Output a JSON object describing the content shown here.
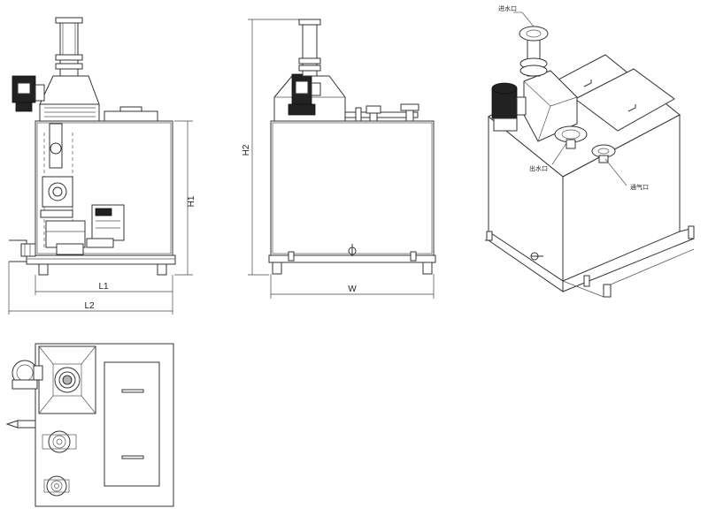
{
  "dimensions": {
    "l1": "L1",
    "l2": "L2",
    "h1": "H1",
    "h2": "H2",
    "w": "W"
  },
  "labels": {
    "inlet_top": "进水口",
    "outlet": "出水口",
    "vent": "通气口"
  },
  "colors": {
    "line": "#333333",
    "motor": "#222222",
    "background": "#ffffff"
  }
}
